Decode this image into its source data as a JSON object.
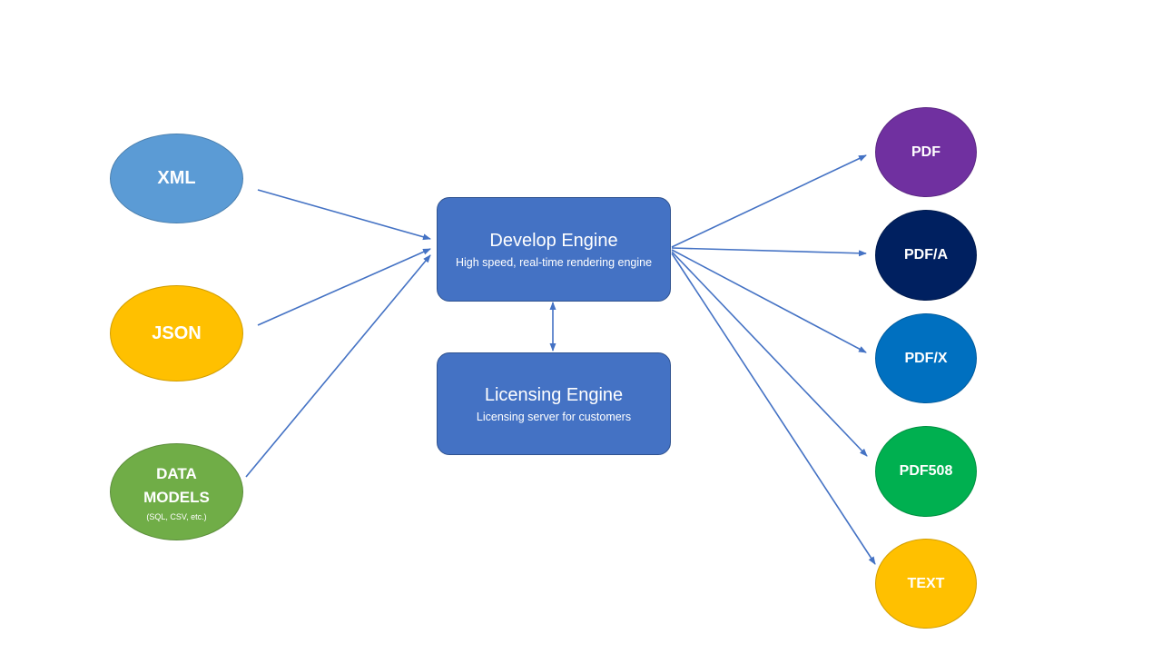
{
  "inputs": {
    "xml": {
      "label": "XML",
      "color": "#5b9bd5"
    },
    "json": {
      "label": "JSON",
      "color": "#ffc000"
    },
    "data_models": {
      "line1": "DATA",
      "line2": "MODELS",
      "sub": "(SQL, CSV, etc.)",
      "color": "#70ad47"
    }
  },
  "engines": {
    "develop": {
      "title": "Develop Engine",
      "subtitle": "High speed, real-time rendering engine",
      "color": "#4472c4"
    },
    "licensing": {
      "title": "Licensing Engine",
      "subtitle": "Licensing server for customers",
      "color": "#4472c4"
    }
  },
  "outputs": {
    "pdf": {
      "label": "PDF",
      "color": "#7030a0"
    },
    "pdfa": {
      "label": "PDF/A",
      "color": "#002060"
    },
    "pdfx": {
      "label": "PDF/X",
      "color": "#0070c0"
    },
    "pdf508": {
      "label": "PDF508",
      "color": "#00b050"
    },
    "text": {
      "label": "TEXT",
      "color": "#ffc000"
    }
  },
  "connector_color": "#4472c4"
}
